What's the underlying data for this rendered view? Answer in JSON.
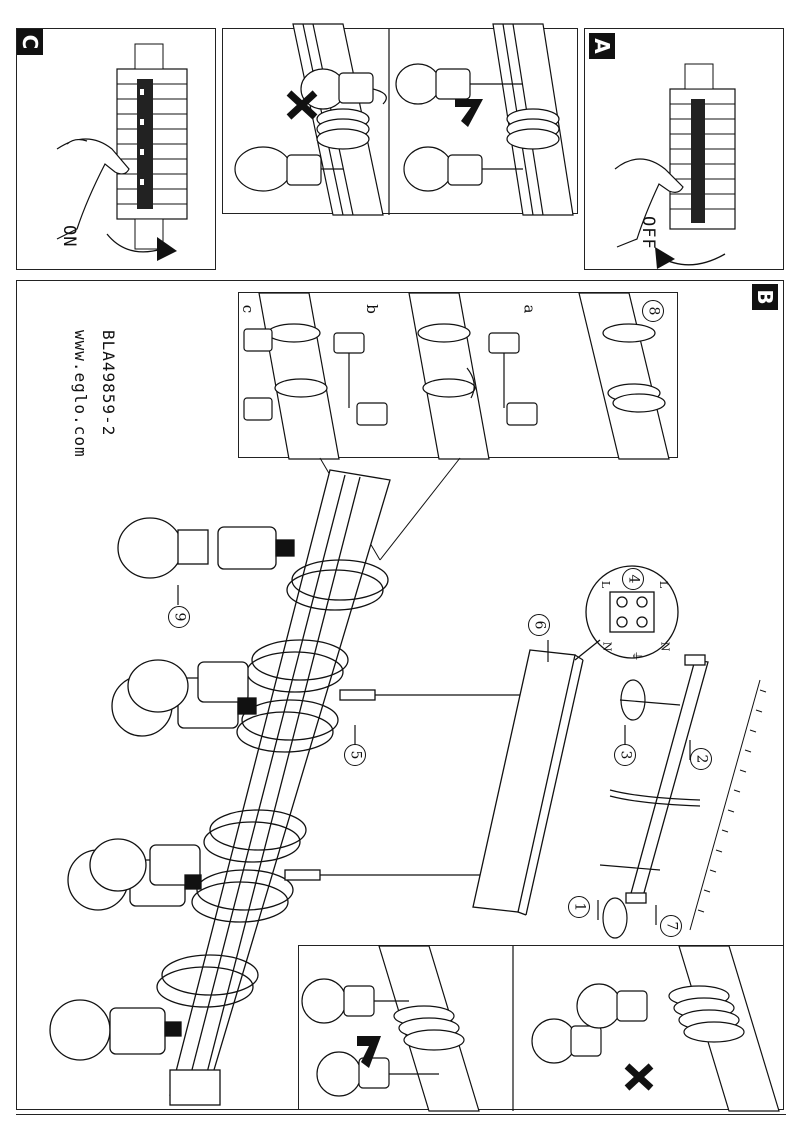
{
  "panels": {
    "a": {
      "letter": "A",
      "switch_label": "OFF"
    },
    "b": {
      "letter": "B"
    },
    "c": {
      "letter": "C",
      "switch_label": "ON"
    }
  },
  "product": {
    "code": "BLA49859-2",
    "website": "www.eglo.com"
  },
  "steps": [
    "1",
    "2",
    "3",
    "4",
    "5",
    "6",
    "7",
    "8",
    "9"
  ],
  "detail8": {
    "options": [
      "a",
      "b",
      "c"
    ]
  },
  "terminal": {
    "labels": [
      "L",
      "L",
      "N",
      "N",
      "⏚"
    ]
  },
  "icons": [
    "check-mark-icon",
    "cross-mark-icon",
    "finger-icon",
    "arrow-icon",
    "light-bulb-icon"
  ]
}
